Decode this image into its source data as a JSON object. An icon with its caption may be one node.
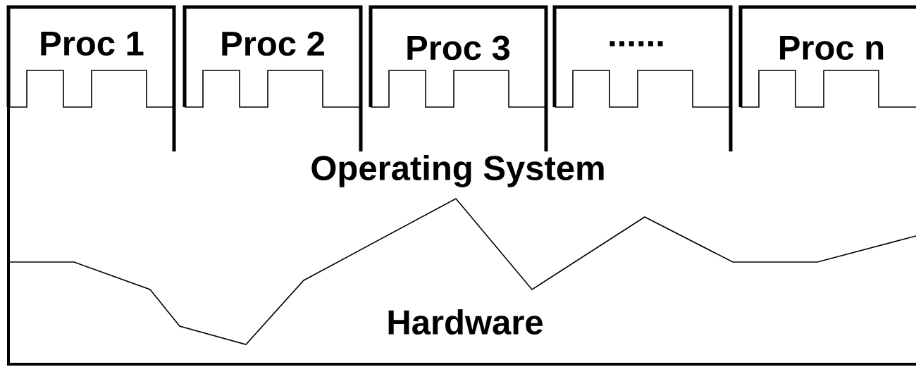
{
  "diagram": {
    "nodes": [
      {
        "text": [
          "Proc 1"
        ]
      },
      {
        "text": [
          "Proc 2"
        ]
      },
      {
        "text": [
          "Proc 3"
        ]
      },
      {
        "text": [
          "......"
        ]
      },
      {
        "text": [
          "Proc n"
        ]
      },
      {
        "text": [
          "Operating System"
        ]
      },
      {
        "text": [
          "Hardware"
        ]
      }
    ]
  }
}
